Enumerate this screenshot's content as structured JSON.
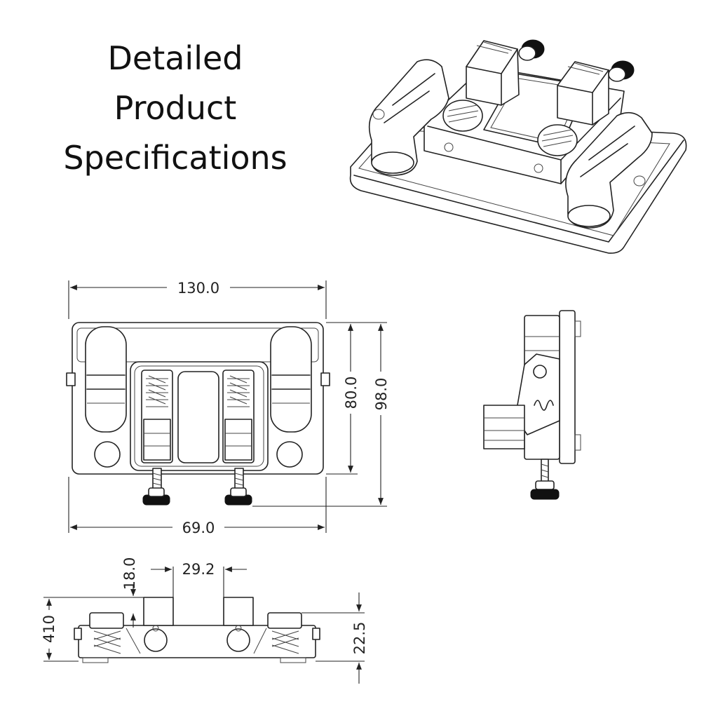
{
  "title_lines": [
    "Detailed",
    "Product",
    "Specifications"
  ],
  "dimensions": {
    "overall_width": "130.0",
    "bottom_width": "69.0",
    "height_inner": "80.0",
    "height_outer": "98.0",
    "knob_height": "18.0",
    "knob_spacing": "29.2",
    "front_height": "410",
    "front_height_right": "22.5"
  }
}
